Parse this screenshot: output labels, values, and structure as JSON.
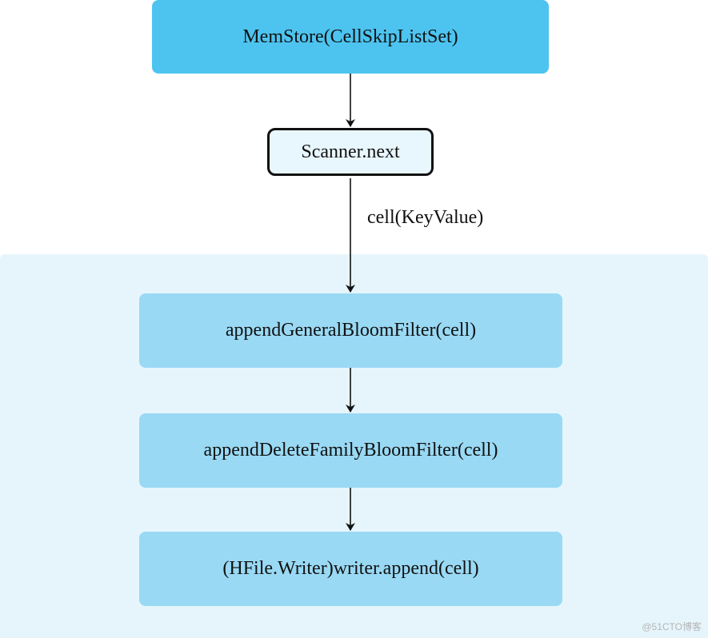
{
  "nodes": {
    "memstore": "MemStore(CellSkipListSet)",
    "scanner": "Scanner.next",
    "general_bloom": "appendGeneralBloomFilter(cell)",
    "delete_family_bloom": "appendDeleteFamilyBloomFilter(cell)",
    "writer_append": "(HFile.Writer)writer.append(cell)"
  },
  "edges": {
    "scanner_to_general": "cell(KeyValue)"
  },
  "watermark": "@51CTO博客",
  "colors": {
    "memstore_fill": "#4dc4f0",
    "scanner_fill": "#e8f6fd",
    "step_fill": "#99d9f4",
    "region_fill": "#e6f5fc",
    "arrow": "#111111"
  }
}
